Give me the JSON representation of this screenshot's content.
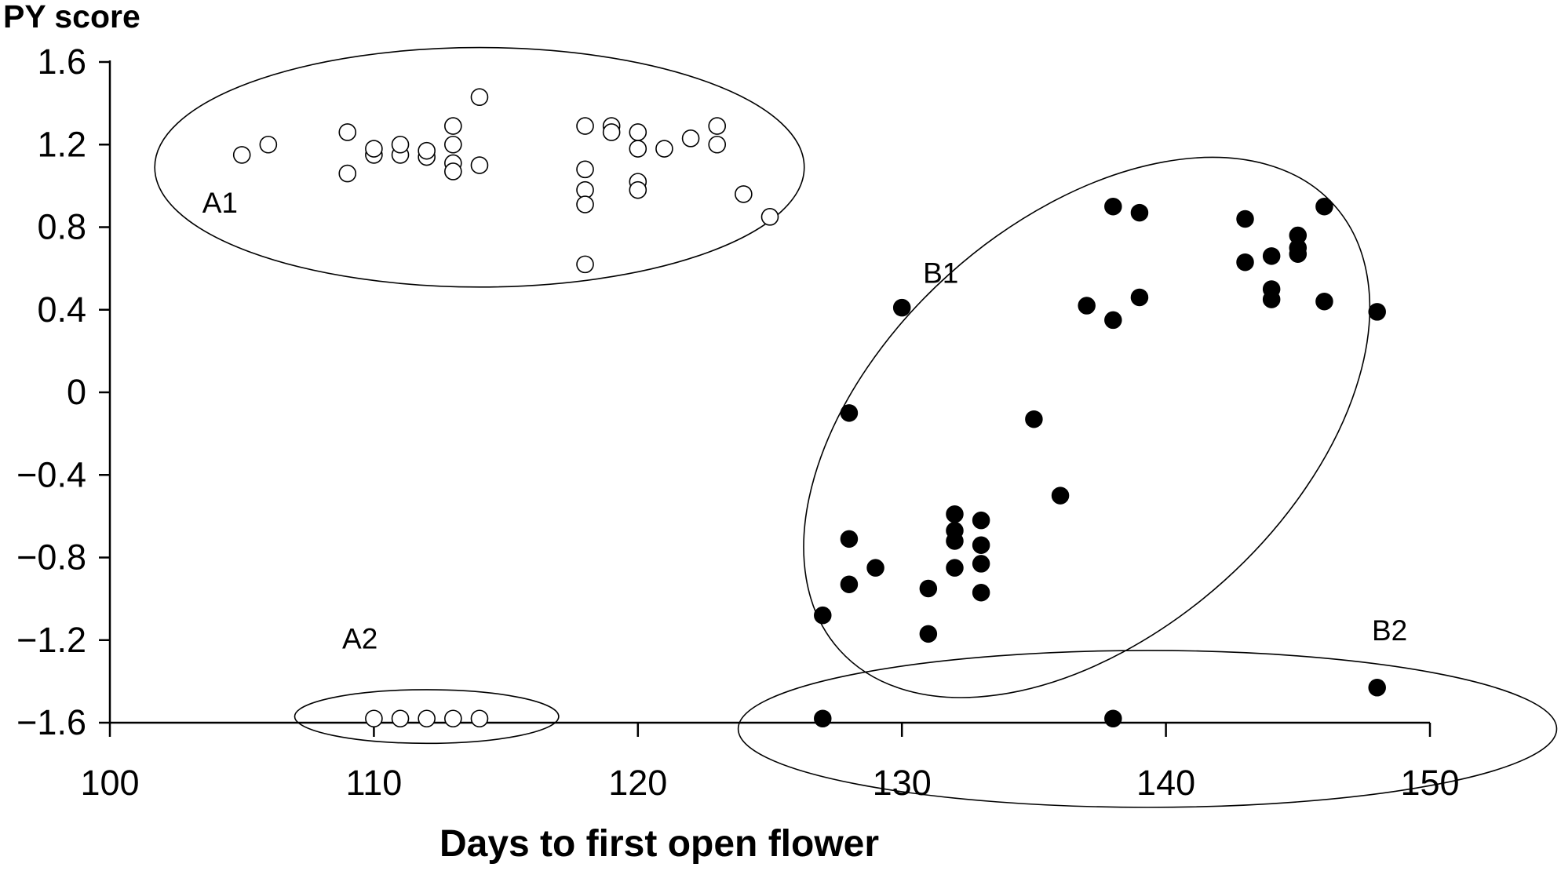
{
  "chart_data": {
    "type": "scatter",
    "xlabel": "Days to first open flower",
    "ylabel": "PY score",
    "xlim": [
      100,
      150
    ],
    "ylim": [
      -1.6,
      1.6
    ],
    "x_ticks": [
      "100",
      "110",
      "120",
      "130",
      "140",
      "150"
    ],
    "y_ticks": [
      "1.6",
      "1.2",
      "0.8",
      "0.4",
      "0",
      "−0.4",
      "−0.8",
      "−1.2",
      "−1.6"
    ],
    "grid": false,
    "legend": "none",
    "series": [
      {
        "marker": "open-circle",
        "points": [
          [
            105,
            1.15
          ],
          [
            106,
            1.2
          ],
          [
            109,
            1.26
          ],
          [
            109,
            1.06
          ],
          [
            110,
            1.15
          ],
          [
            110,
            1.18
          ],
          [
            111,
            1.15
          ],
          [
            111,
            1.2
          ],
          [
            112,
            1.14
          ],
          [
            112,
            1.17
          ],
          [
            113,
            1.29
          ],
          [
            113,
            1.2
          ],
          [
            113,
            1.11
          ],
          [
            113,
            1.07
          ],
          [
            114,
            1.43
          ],
          [
            114,
            1.1
          ],
          [
            118,
            1.29
          ],
          [
            118,
            1.08
          ],
          [
            118,
            0.98
          ],
          [
            118,
            0.91
          ],
          [
            118,
            0.62
          ],
          [
            119,
            1.29
          ],
          [
            119,
            1.26
          ],
          [
            120,
            1.26
          ],
          [
            120,
            1.18
          ],
          [
            120,
            1.02
          ],
          [
            120,
            0.98
          ],
          [
            121,
            1.18
          ],
          [
            122,
            1.23
          ],
          [
            123,
            1.29
          ],
          [
            123,
            1.2
          ],
          [
            124,
            0.96
          ],
          [
            125,
            0.85
          ],
          [
            110,
            -1.58
          ],
          [
            111,
            -1.58
          ],
          [
            112,
            -1.58
          ],
          [
            113,
            -1.58
          ],
          [
            114,
            -1.58
          ]
        ]
      },
      {
        "marker": "filled-circle",
        "points": [
          [
            130,
            0.41
          ],
          [
            128,
            -0.1
          ],
          [
            128,
            -0.71
          ],
          [
            128,
            -0.93
          ],
          [
            129,
            -0.85
          ],
          [
            131,
            -0.95
          ],
          [
            131,
            -1.17
          ],
          [
            132,
            -0.59
          ],
          [
            132,
            -0.67
          ],
          [
            132,
            -0.72
          ],
          [
            132,
            -0.85
          ],
          [
            133,
            -0.62
          ],
          [
            133,
            -0.74
          ],
          [
            133,
            -0.83
          ],
          [
            133,
            -0.97
          ],
          [
            127,
            -1.08
          ],
          [
            135,
            -0.13
          ],
          [
            136,
            -0.5
          ],
          [
            137,
            0.42
          ],
          [
            138,
            0.9
          ],
          [
            138,
            0.35
          ],
          [
            139,
            0.87
          ],
          [
            139,
            0.46
          ],
          [
            143,
            0.84
          ],
          [
            143,
            0.63
          ],
          [
            144,
            0.66
          ],
          [
            144,
            0.5
          ],
          [
            144,
            0.45
          ],
          [
            145,
            0.76
          ],
          [
            145,
            0.7
          ],
          [
            145,
            0.67
          ],
          [
            146,
            0.9
          ],
          [
            146,
            0.44
          ],
          [
            148,
            0.39
          ],
          [
            127,
            -1.58
          ],
          [
            138,
            -1.58
          ],
          [
            148,
            -1.43
          ]
        ]
      }
    ],
    "annotations": [
      {
        "label": "A1",
        "x": 103.5,
        "y": 0.87
      },
      {
        "label": "A2",
        "x": 108.8,
        "y": -1.24
      },
      {
        "label": "B1",
        "x": 130.8,
        "y": 0.53
      },
      {
        "label": "B2",
        "x": 147.8,
        "y": -1.2
      }
    ],
    "ellipses": [
      {
        "label": "A1",
        "cx": 114.0,
        "cy": 1.09,
        "rx": 12.3,
        "ry": 0.58,
        "rotation": 0
      },
      {
        "label": "B1",
        "cx": 137.0,
        "cy": -0.17,
        "rx": 12.6,
        "ry": 7.8,
        "rotation": -42
      },
      {
        "label": "A2",
        "cx": 112.0,
        "cy": -1.57,
        "rx": 5.0,
        "ry": 0.13,
        "rotation": 0
      },
      {
        "label": "B2",
        "cx": 139.3,
        "cy": -1.63,
        "rx": 15.5,
        "ry": 0.38,
        "rotation": 0
      }
    ]
  }
}
